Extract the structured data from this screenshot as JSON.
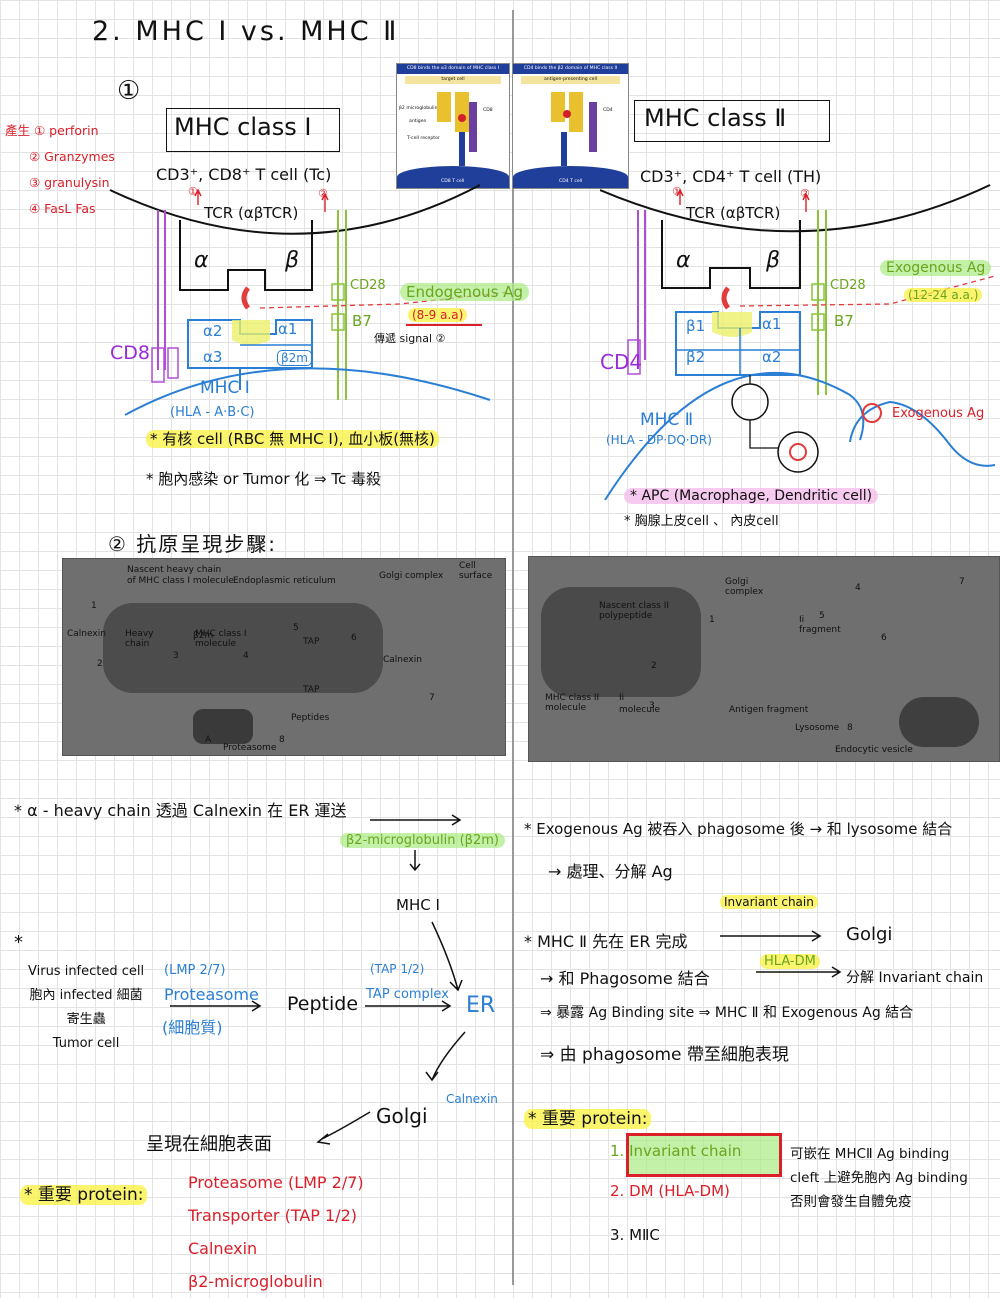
{
  "title": "2. MHC Ⅰ vs. MHC Ⅱ",
  "section1_num": "①",
  "section2_label": "② 抗原呈現步驟:",
  "side_notes": {
    "heading": "產生 ① perforin",
    "items": [
      "② Granzymes",
      "③ granulysin",
      "④ FasL Fas"
    ]
  },
  "mhc1": {
    "box_title": "MHC class Ⅰ",
    "tcell": "CD3⁺, CD8⁺ T cell (Tc)",
    "tcr": "TCR (αβTCR)",
    "alpha": "α",
    "beta": "β",
    "cd28": "CD28",
    "b7": "B7",
    "ag": "Endogenous Ag",
    "ag_size": "(8-9 a.a)",
    "signal": "傳遞 signal ②",
    "cd8": "CD8",
    "d_a2": "α2",
    "d_a1": "α1",
    "d_a3": "α3",
    "d_b2m": "β2m",
    "mhc_label": "MHC Ⅰ",
    "hla": "(HLA - A·B·C)",
    "note1": "* 有核 cell (RBC 無 MHC Ⅰ), 血小板(無核)",
    "note2": "* 胞內感染 or Tumor 化 ⇒ Tc 毒殺",
    "num1": "①",
    "num2": "②"
  },
  "mhc2": {
    "box_title": "MHC class Ⅱ",
    "tcell": "CD3⁺, CD4⁺ T cell (TH)",
    "tcr": "TCR (αβTCR)",
    "alpha": "α",
    "beta": "β",
    "cd28": "CD28",
    "b7": "B7",
    "ag": "Exogenous Ag",
    "ag_size": "(12-24 a.a.)",
    "cd4": "CD4",
    "d_b1": "β1",
    "d_a1": "α1",
    "d_b2": "β2",
    "d_a2": "α2",
    "mhc_label": "MHC Ⅱ",
    "hla": "(HLA - DP·DQ·DR)",
    "exo": "Exogenous Ag",
    "note1": "* APC (Macrophage, Dendritic cell)",
    "note2": "* 胸腺上皮cell 、 內皮cell",
    "num1": "①",
    "num2": "②"
  },
  "thumbs": [
    {
      "header": "CD8 binds the α3 domain of MHC class I",
      "sub": "target cell",
      "bottom": "CD8 T cell",
      "labels": [
        "β2 microglobulin",
        "antigen",
        "T-cell receptor",
        "CD8"
      ]
    },
    {
      "header": "CD4 binds the β2 domain of MHC class II",
      "sub": "antigen-presenting cell",
      "bottom": "CD4 T cell",
      "labels": [
        "CD4"
      ]
    }
  ],
  "photo1_labels": [
    "Nascent heavy chain",
    "of MHC class I molecule",
    "Endoplasmic reticulum",
    "Golgi complex",
    "Cell",
    "surface",
    "Calnexin",
    "Heavy",
    "chain",
    "β2m",
    "MHC class I",
    "molecule",
    "TAP",
    "Calnexin",
    "TAP",
    "Peptides",
    "Proteasome",
    "1",
    "2",
    "3",
    "4",
    "5",
    "6",
    "7",
    "8",
    "A"
  ],
  "photo2_labels": [
    "Golgi",
    "complex",
    "Nascent class II",
    "polypeptide",
    "Ii",
    "fragment",
    "MHC class II",
    "molecule",
    "Ii",
    "molecule",
    "Antigen fragment",
    "Lysosome",
    "Endocytic vesicle",
    "1",
    "2",
    "3",
    "4",
    "5",
    "6",
    "7",
    "8"
  ],
  "left_notes": {
    "heavy": "* α - heavy chain 透過 Calnexin 在 ER 運送",
    "b2m": "β2-microglobulin (β2m)",
    "mhc1": "MHC Ⅰ",
    "star": "*",
    "sources": [
      "Virus infected cell",
      "胞內 infected 細菌",
      "寄生蟲",
      "Tumor cell"
    ],
    "lmp": "(LMP 2/7)",
    "proteasome": "Proteasome",
    "cyto": "(細胞質)",
    "peptide": "Peptide",
    "tap": "(TAP 1/2)",
    "tapc": "TAP complex",
    "er": "ER",
    "calnexin": "Calnexin",
    "golgi": "Golgi",
    "surface": "呈現在細胞表面",
    "important": "* 重要 protein:",
    "proteins": [
      "Proteasome (LMP 2/7)",
      "Transporter (TAP 1/2)",
      "Calnexin",
      "β2-microglobulin"
    ]
  },
  "right_notes": {
    "exo1": "* Exogenous Ag 被吞入 phagosome 後 → 和 lysosome 結合",
    "exo2": "→ 處理、分解 Ag",
    "inv": "Invariant chain",
    "er_line": "* MHC Ⅱ 先在 ER 完成",
    "golgi": "Golgi",
    "phago": "→ 和 Phagosome 結合",
    "hladm": "HLA-DM",
    "cut": "分解 Invariant chain",
    "expose": "⇒ 暴露 Ag Binding site ⇒ MHC Ⅱ 和 Exogenous Ag 結合",
    "carry": "⇒ 由 phagosome 帶至細胞表現",
    "important": "* 重要 protein:",
    "proteins": [
      "1. Invariant chain",
      "2. DM (HLA-DM)",
      "3. MⅡC"
    ],
    "expl": [
      "可嵌在 MHCⅡ Ag binding",
      "cleft 上避免胞內 Ag binding",
      "否則會發生自體免疫"
    ]
  }
}
